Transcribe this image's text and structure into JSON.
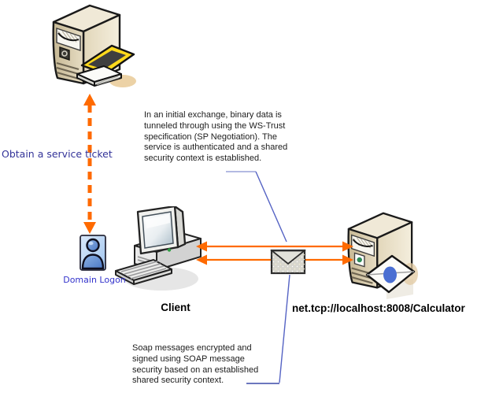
{
  "colors": {
    "arrow_orange": "#ff6a00",
    "callout_blue": "#5563c4",
    "callout_blue_light": "#9aa3d9",
    "callout_navy": "#3c4aa8",
    "service_ticket_text": "#333399",
    "domain_logon_text": "#3333cc",
    "annotation_text": "#1c1c1c",
    "server_beige": "#cec19f",
    "ticket_yellow": "#ffd91c",
    "envelope_gray": "#d7d6ce",
    "person_blue": "#4a77c4",
    "card_dot_blue": "#4a6fd2"
  },
  "labels": {
    "obtain_service_ticket": "Obtain a service ticket",
    "domain_logon": "Domain Logon",
    "client": "Client",
    "service_endpoint": "net.tcp://localhost:8008/Calculator"
  },
  "annotations": {
    "ws_trust": "In an initial exchange, binary data is tunneled through using the WS-Trust specification (SP Negotiation). The service is authenticated and a shared security context is established.",
    "soap_security": "Soap messages encrypted and signed using SOAP message security based on an established shared security context."
  },
  "icons": {
    "domain_controller": "server-tower-icon",
    "service_ticket_device": "ticket-scanner-icon",
    "user": "person-icon",
    "client_computer": "desktop-computer-icon",
    "message": "envelope-icon",
    "service_host": "server-tower-icon",
    "credential_card": "smartcard-icon"
  }
}
